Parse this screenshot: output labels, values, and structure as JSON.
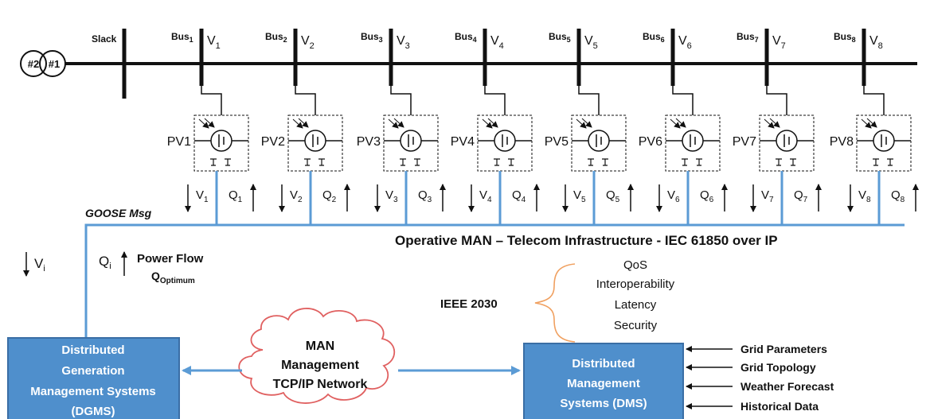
{
  "generators": [
    "#2",
    "#1"
  ],
  "slack_label": "Slack",
  "buses": [
    {
      "name": "Bus",
      "sub": "1",
      "v": "V",
      "vsub": "1"
    },
    {
      "name": "Bus",
      "sub": "2",
      "v": "V",
      "vsub": "2"
    },
    {
      "name": "Bus",
      "sub": "3",
      "v": "V",
      "vsub": "3"
    },
    {
      "name": "Bus",
      "sub": "4",
      "v": "V",
      "vsub": "4"
    },
    {
      "name": "Bus",
      "sub": "5",
      "v": "V",
      "vsub": "5"
    },
    {
      "name": "Bus",
      "sub": "6",
      "v": "V",
      "vsub": "6"
    },
    {
      "name": "Bus",
      "sub": "7",
      "v": "V",
      "vsub": "7"
    },
    {
      "name": "Bus",
      "sub": "8",
      "v": "V",
      "vsub": "8"
    }
  ],
  "pv_units": [
    "PV1",
    "PV2",
    "PV3",
    "PV4",
    "PV5",
    "PV6",
    "PV7",
    "PV8"
  ],
  "signals": [
    {
      "v": "V",
      "vsub": "1",
      "q": "Q",
      "qsub": "1"
    },
    {
      "v": "V",
      "vsub": "2",
      "q": "Q",
      "qsub": "2"
    },
    {
      "v": "V",
      "vsub": "3",
      "q": "Q",
      "qsub": "3"
    },
    {
      "v": "V",
      "vsub": "4",
      "q": "Q",
      "qsub": "4"
    },
    {
      "v": "V",
      "vsub": "5",
      "q": "Q",
      "qsub": "5"
    },
    {
      "v": "V",
      "vsub": "6",
      "q": "Q",
      "qsub": "6"
    },
    {
      "v": "V",
      "vsub": "7",
      "q": "Q",
      "qsub": "7"
    },
    {
      "v": "V",
      "vsub": "8",
      "q": "Q",
      "qsub": "8"
    }
  ],
  "goose_label": "GOOSE Msg",
  "operative_label": "Operative MAN – Telecom Infrastructure - IEC 61850 over IP",
  "vi": {
    "v": "V",
    "sub": "i"
  },
  "qi": {
    "q": "Q",
    "sub": "i"
  },
  "power_flow": "Power Flow",
  "q_optimum": {
    "q": "Q",
    "sub": "Optimum"
  },
  "ieee_label": "IEEE 2030",
  "ieee_items": [
    "QoS",
    "Interoperability",
    "Latency",
    "Security"
  ],
  "dgms_lines": [
    "Distributed",
    "Generation",
    "Management Systems",
    "(DGMS)"
  ],
  "cloud_lines": [
    "MAN",
    "Management",
    "TCP/IP Network"
  ],
  "dms_lines": [
    "Distributed",
    "Management",
    "Systems (DMS)"
  ],
  "dms_inputs": [
    "Grid Parameters",
    "Grid Topology",
    "Weather Forecast",
    "Historical Data"
  ],
  "colors": {
    "network_blue": "#5b9bd5",
    "box_blue": "#4f8fcc",
    "box_border": "#3a6ea5",
    "cloud_red": "#e06060",
    "brace_orange": "#f0a060"
  }
}
